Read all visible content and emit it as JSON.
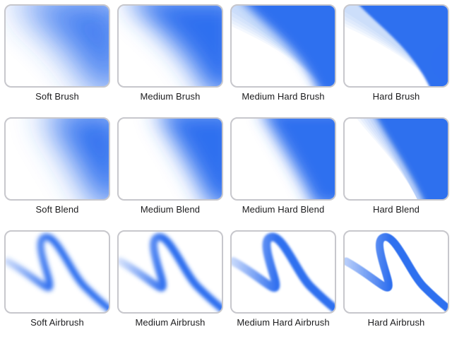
{
  "accent_color": "#2f6fef",
  "presets": [
    {
      "label": "Soft Brush",
      "kind": "brush",
      "hardness": 0,
      "swatch_icon": "soft-brush-swatch-icon"
    },
    {
      "label": "Medium Brush",
      "kind": "brush",
      "hardness": 1,
      "swatch_icon": "medium-brush-swatch-icon"
    },
    {
      "label": "Medium Hard Brush",
      "kind": "brush",
      "hardness": 2,
      "swatch_icon": "medium-hard-brush-swatch-icon"
    },
    {
      "label": "Hard Brush",
      "kind": "brush",
      "hardness": 3,
      "swatch_icon": "hard-brush-swatch-icon"
    },
    {
      "label": "Soft Blend",
      "kind": "blend",
      "hardness": 0,
      "swatch_icon": "soft-blend-swatch-icon"
    },
    {
      "label": "Medium Blend",
      "kind": "blend",
      "hardness": 1,
      "swatch_icon": "medium-blend-swatch-icon"
    },
    {
      "label": "Medium Hard Blend",
      "kind": "blend",
      "hardness": 2,
      "swatch_icon": "medium-hard-blend-swatch-icon"
    },
    {
      "label": "Hard Blend",
      "kind": "blend",
      "hardness": 3,
      "swatch_icon": "hard-blend-swatch-icon"
    },
    {
      "label": "Soft Airbrush",
      "kind": "airbrush",
      "hardness": 0,
      "swatch_icon": "soft-airbrush-swatch-icon"
    },
    {
      "label": "Medium Airbrush",
      "kind": "airbrush",
      "hardness": 1,
      "swatch_icon": "medium-airbrush-swatch-icon"
    },
    {
      "label": "Medium Hard Airbrush",
      "kind": "airbrush",
      "hardness": 2,
      "swatch_icon": "medium-hard-airbrush-swatch-icon"
    },
    {
      "label": "Hard Airbrush",
      "kind": "airbrush",
      "hardness": 3,
      "swatch_icon": "hard-airbrush-swatch-icon"
    }
  ]
}
